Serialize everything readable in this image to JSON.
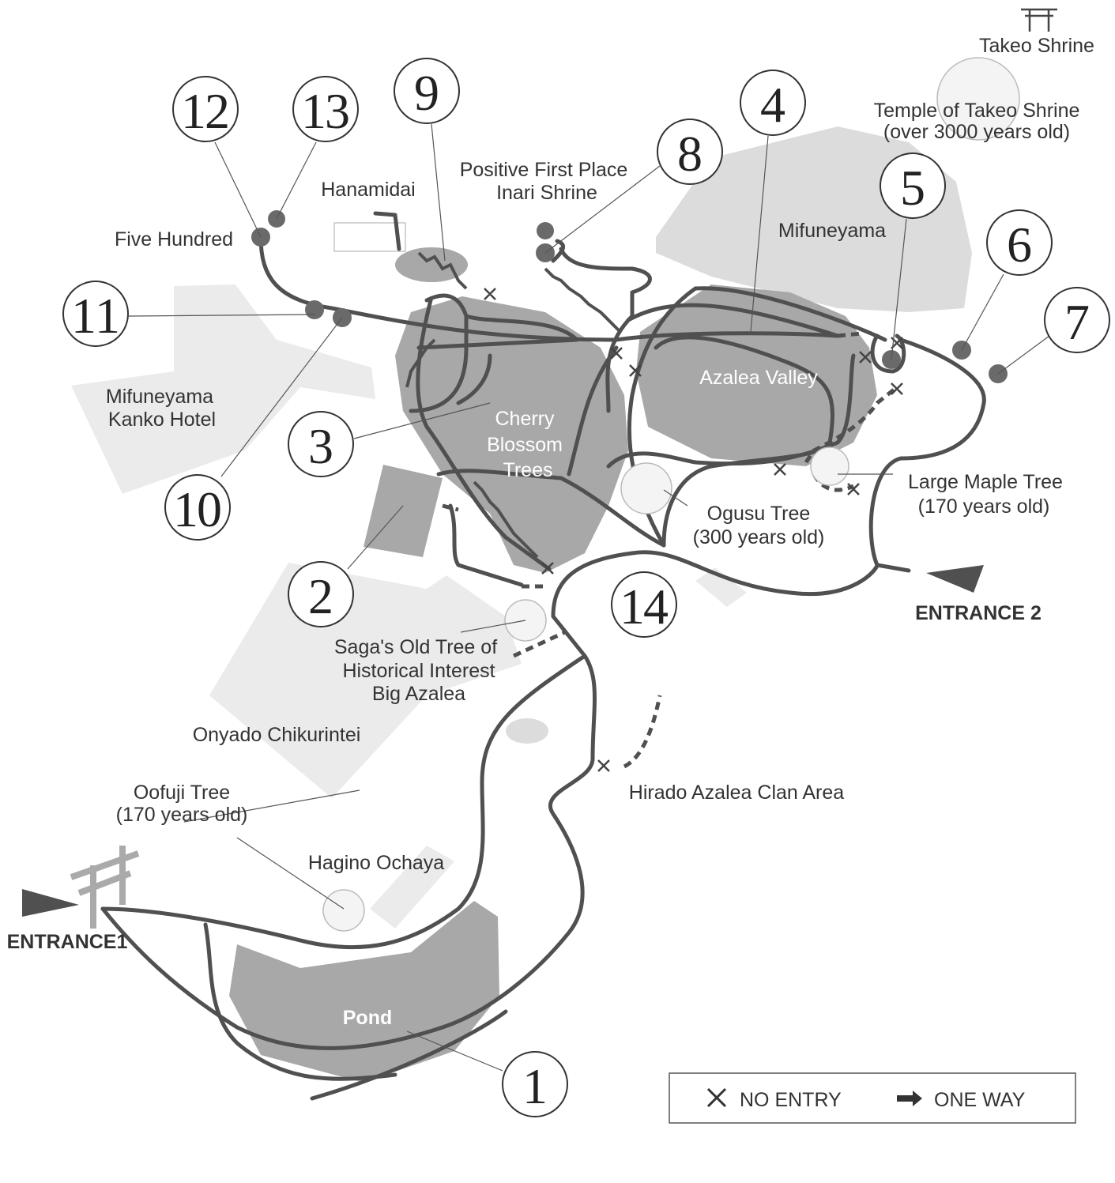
{
  "map": {
    "colors": {
      "path": "#505050",
      "area_dark": "#a8a8a8",
      "area_light": "#ebebeb",
      "marker": "#6a6a6a"
    },
    "numbers": [
      "1",
      "2",
      "3",
      "4",
      "5",
      "6",
      "7",
      "8",
      "9",
      "10",
      "11",
      "12",
      "13",
      "14"
    ],
    "labels": {
      "takeo_shrine": "Takeo Shrine",
      "temple_1": "Temple of Takeo Shrine",
      "temple_2": "(over 3000 years old)",
      "inari_1": "Positive First Place",
      "inari_2": "Inari Shrine",
      "hanamidai": "Hanamidai",
      "five_hundred": "Five Hundred",
      "mifuneyama": "Mifuneyama",
      "hotel_1": "Mifuneyama",
      "hotel_2": "Kanko Hotel",
      "azalea_valley": "Azalea Valley",
      "cherry_1": "Cherry",
      "cherry_2": "Blossom",
      "cherry_3": "Trees",
      "maple_1": "Large Maple Tree",
      "maple_2": "(170 years old)",
      "ogusu_1": "Ogusu Tree",
      "ogusu_2": "(300 years old)",
      "entrance2": "ENTRANCE 2",
      "saga_1": "Saga's Old Tree of",
      "saga_2": "Historical Interest",
      "saga_3": "Big Azalea",
      "onyado": "Onyado Chikurintei",
      "hirado": "Hirado Azalea Clan Area",
      "oofuji_1": "Oofuji Tree",
      "oofuji_2": "(170 years old)",
      "hagino": "Hagino Ochaya",
      "entrance1": "ENTRANCE1",
      "pond": "Pond"
    },
    "legend": {
      "no_entry": "NO ENTRY",
      "one_way": "ONE WAY",
      "no_entry_icon": "x-mark",
      "one_way_icon": "arrow-right"
    }
  }
}
